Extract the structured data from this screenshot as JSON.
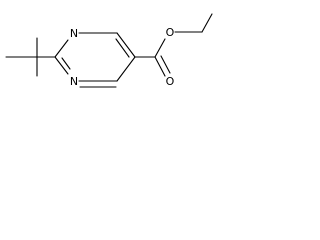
{
  "molecule": {
    "atoms": {
      "n1": "N",
      "n3": "N",
      "o_carbonyl": "O",
      "o_ester": "O"
    },
    "colors": {
      "bond": "#000000",
      "label": "#000000",
      "background": "#ffffff"
    }
  }
}
